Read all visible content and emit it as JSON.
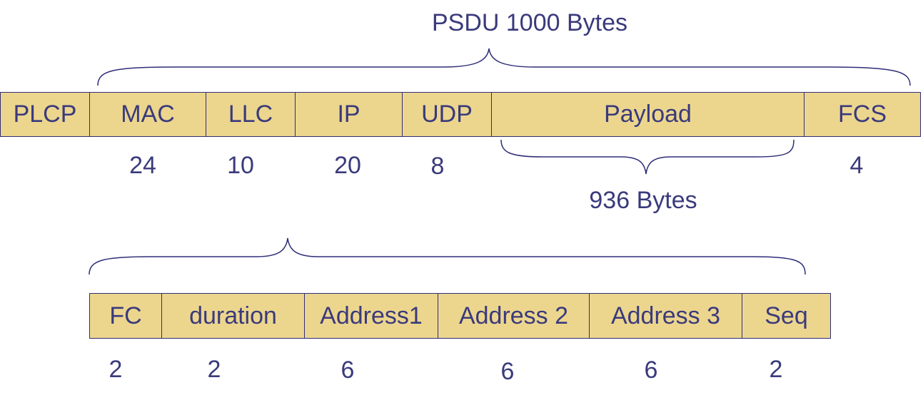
{
  "psdu_label": "PSDU 1000 Bytes",
  "payload_size_label": "936 Bytes",
  "frame_fields": [
    {
      "label": "PLCP",
      "size": ""
    },
    {
      "label": "MAC",
      "size": "24"
    },
    {
      "label": "LLC",
      "size": "10"
    },
    {
      "label": "IP",
      "size": "20"
    },
    {
      "label": "UDP",
      "size": "8"
    },
    {
      "label": "Payload",
      "size": ""
    },
    {
      "label": "FCS",
      "size": "4"
    }
  ],
  "mac_fields": [
    {
      "label": "FC",
      "size": "2"
    },
    {
      "label": "duration",
      "size": "2"
    },
    {
      "label": "Address1",
      "size": "6"
    },
    {
      "label": "Address 2",
      "size": "6"
    },
    {
      "label": "Address 3",
      "size": "6"
    },
    {
      "label": "Seq",
      "size": "2"
    }
  ],
  "colors": {
    "field_fill": "#ecd68e",
    "outline": "#2e2e78",
    "text": "#3a3a7c"
  }
}
